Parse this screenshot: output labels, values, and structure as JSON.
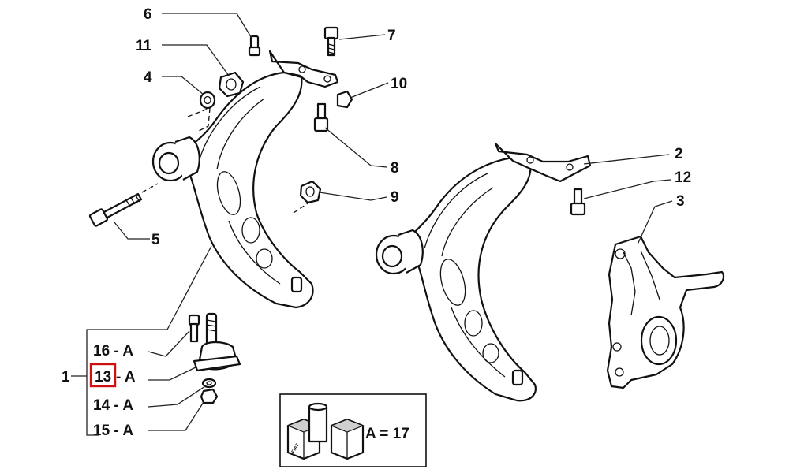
{
  "callouts": {
    "c1": "1",
    "c2": "2",
    "c3": "3",
    "c4": "4",
    "c5": "5",
    "c6": "6",
    "c7": "7",
    "c8": "8",
    "c9": "9",
    "c10": "10",
    "c11": "11",
    "c12": "12",
    "c16a": "16 - A",
    "c13": "13",
    "c13a": "- A",
    "c14a": "14 - A",
    "c15a": "15 - A"
  },
  "kit_box": {
    "label": "A = 17",
    "box_mark": "FIAT"
  },
  "colors": {
    "line": "#111111",
    "highlight": "#d01010",
    "background": "#ffffff"
  }
}
